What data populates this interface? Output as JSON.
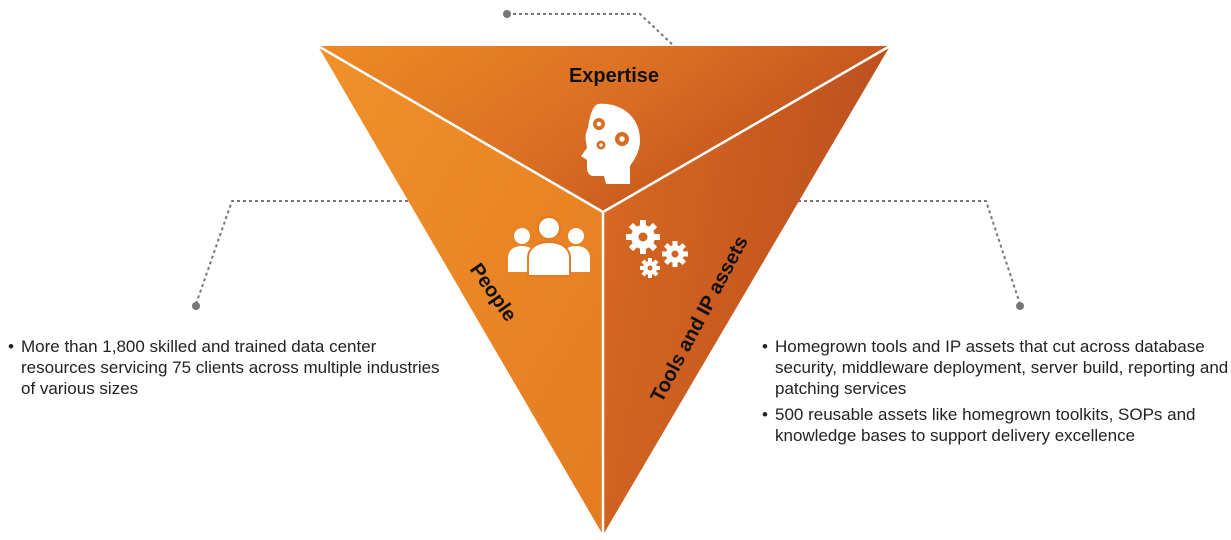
{
  "segments": {
    "expertise": {
      "label": "Expertise",
      "icon": "head-gears-icon"
    },
    "people": {
      "label": "People",
      "icon": "people-group-icon",
      "bullets": [
        "More than 1,800 skilled and trained data center resources servicing 75 clients across multiple industries of various sizes"
      ]
    },
    "tools": {
      "label": "Tools and IP assets",
      "icon": "gears-icon",
      "bullets": [
        "Homegrown tools and IP assets that cut across database security, middleware deployment, server build, reporting and patching services",
        "500 reusable assets like homegrown toolkits, SOPs and knowledge bases to support delivery excellence"
      ]
    }
  },
  "colors": {
    "orange_light": "#EE8A25",
    "orange_mid": "#E07A22",
    "orange_dark": "#C0521F",
    "connector": "#777777"
  }
}
